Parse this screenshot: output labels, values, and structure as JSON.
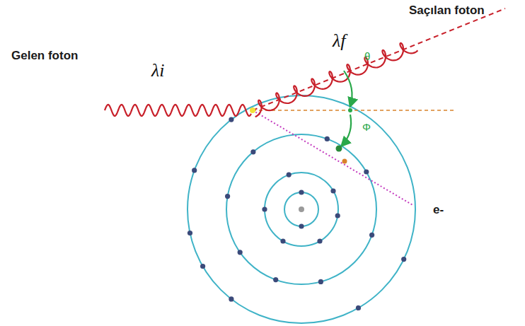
{
  "diagram": {
    "labels": [
      "Saçılan foton",
      "λf",
      "θ",
      "Gelen foton",
      "λi",
      "Φ",
      "e-"
    ]
  }
}
